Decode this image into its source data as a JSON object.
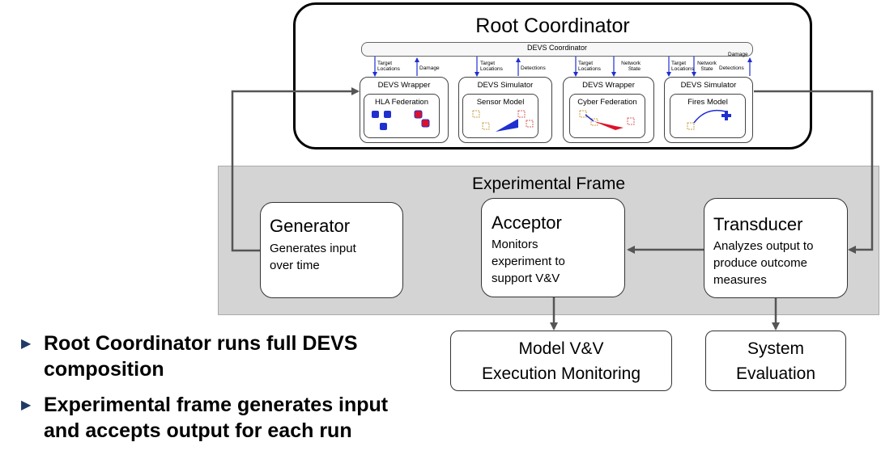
{
  "root": {
    "title": "Root Coordinator",
    "coordinator_label": "DEVS Coordinator",
    "damage_label": "Damage",
    "modules": [
      {
        "title": "DEVS Wrapper",
        "inner": "HLA Federation",
        "signals": [
          "Target Locations",
          "Damage"
        ]
      },
      {
        "title": "DEVS Simulator",
        "inner": "Sensor Model",
        "signals": [
          "Target Locations",
          "Detections"
        ]
      },
      {
        "title": "DEVS Wrapper",
        "inner": "Cyber Federation",
        "signals": [
          "Target Locations",
          "Network State"
        ]
      },
      {
        "title": "DEVS Simulator",
        "inner": "Fires Model",
        "signals": [
          "Target Locations",
          "Network State",
          "Detections"
        ]
      }
    ]
  },
  "frame": {
    "title": "Experimental Frame",
    "generator": {
      "title": "Generator",
      "desc": [
        "Generates input",
        "over time"
      ]
    },
    "acceptor": {
      "title": "Acceptor",
      "desc": [
        "Monitors",
        "experiment to",
        "support V&V"
      ]
    },
    "transducer": {
      "title": "Transducer",
      "desc": [
        "Analyzes output to",
        "produce outcome",
        "measures"
      ]
    }
  },
  "outputs": {
    "model_vv": [
      "Model V&V",
      "Execution Monitoring"
    ],
    "system_eval": [
      "System",
      "Evaluation"
    ]
  },
  "bullets": [
    {
      "lines": [
        "Root Coordinator runs full DEVS",
        "composition"
      ]
    },
    {
      "lines": [
        "Experimental frame generates input",
        "and accepts output for each run"
      ]
    }
  ],
  "colors": {
    "blue": "#1f2fd0",
    "red": "#e0102a",
    "frame_gray": "#d4d4d4",
    "bullet_arrow": "#1f3a66"
  }
}
